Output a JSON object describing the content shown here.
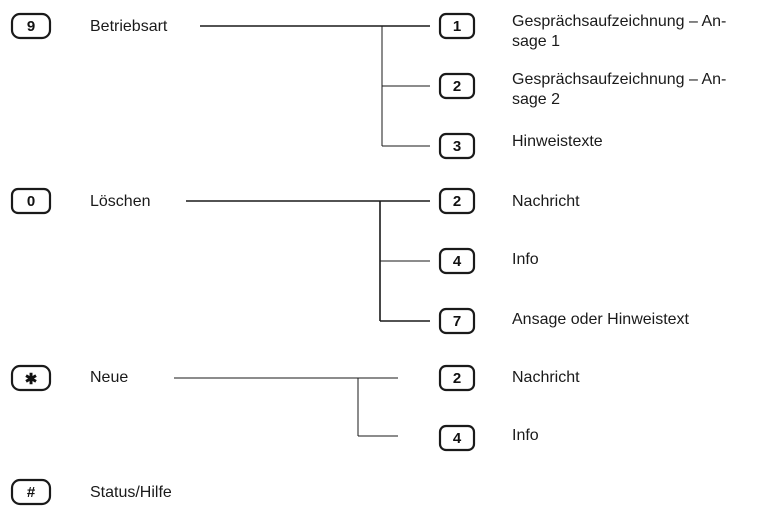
{
  "groups": [
    {
      "key": "9",
      "label": "Betriebsart",
      "options": [
        {
          "key": "1",
          "lines": [
            "Gesprächsaufzeichnung – An-",
            "sage 1"
          ]
        },
        {
          "key": "2",
          "lines": [
            "Gesprächsaufzeichnung – An-",
            "sage 2"
          ]
        },
        {
          "key": "3",
          "lines": [
            "Hinweistexte"
          ]
        }
      ]
    },
    {
      "key": "0",
      "label": "Löschen",
      "options": [
        {
          "key": "2",
          "lines": [
            "Nachricht"
          ]
        },
        {
          "key": "4",
          "lines": [
            "Info"
          ]
        },
        {
          "key": "7",
          "lines": [
            "Ansage oder Hinweistext"
          ]
        }
      ]
    },
    {
      "key": "✱",
      "label": "Neue",
      "options": [
        {
          "key": "2",
          "lines": [
            "Nachricht"
          ]
        },
        {
          "key": "4",
          "lines": [
            "Info"
          ]
        }
      ]
    },
    {
      "key": "#",
      "label": "Status/Hilfe",
      "options": []
    }
  ]
}
